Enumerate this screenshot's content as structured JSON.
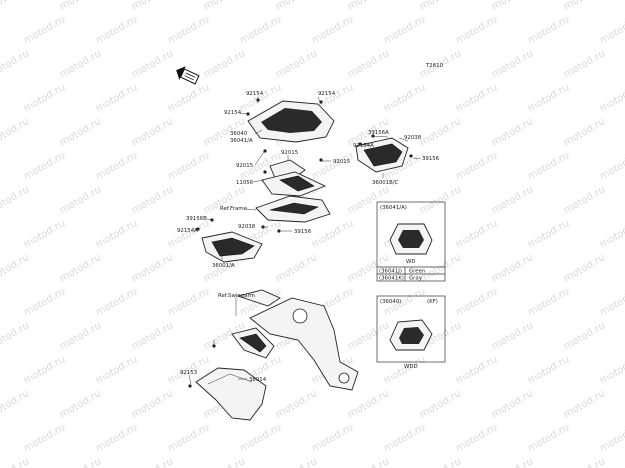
{
  "diagram": {
    "code": "T2610",
    "watermark_text": "motod.ru",
    "callouts": [
      {
        "id": "c1",
        "text": "92154"
      },
      {
        "id": "c2",
        "text": "92154"
      },
      {
        "id": "c3",
        "text": "92154"
      },
      {
        "id": "c4",
        "text": "36040"
      },
      {
        "id": "c5",
        "text": "36041/A"
      },
      {
        "id": "c6",
        "text": "92015"
      },
      {
        "id": "c7",
        "text": "92015"
      },
      {
        "id": "c8",
        "text": "92015"
      },
      {
        "id": "c9",
        "text": "11056"
      },
      {
        "id": "c10",
        "text": "39156A"
      },
      {
        "id": "c11",
        "text": "92038"
      },
      {
        "id": "c12",
        "text": "92154A"
      },
      {
        "id": "c13",
        "text": "39156"
      },
      {
        "id": "c14",
        "text": "36001B/C"
      },
      {
        "id": "c15",
        "text": "Ref.Frame"
      },
      {
        "id": "c16",
        "text": "39156B"
      },
      {
        "id": "c17",
        "text": "92038"
      },
      {
        "id": "c18",
        "text": "39156"
      },
      {
        "id": "c19",
        "text": "92154A"
      },
      {
        "id": "c20",
        "text": "36001/A"
      },
      {
        "id": "c21",
        "text": "Ref.Swingarm"
      },
      {
        "id": "c22",
        "text": "92153"
      },
      {
        "id": "c23",
        "text": "36014"
      }
    ],
    "inset_top": {
      "title": "(36041/A)",
      "code": "WD",
      "variants": [
        {
          "part": "(36041J)",
          "color": "Green"
        },
        {
          "part": "(36041K)",
          "color": "Gray"
        }
      ]
    },
    "inset_bottom": {
      "title": "(36040)",
      "tag": "(KF)",
      "code": "WDD"
    }
  }
}
